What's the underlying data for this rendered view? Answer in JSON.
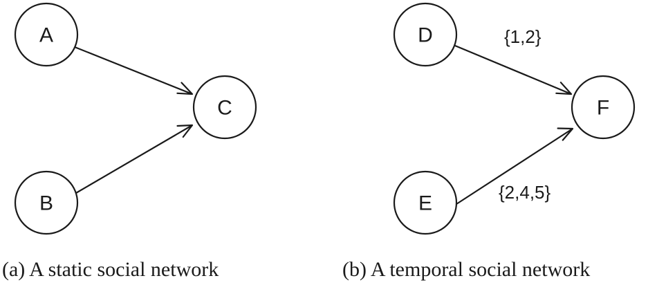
{
  "colors": {
    "stroke": "#1a1a1a",
    "background": "#ffffff"
  },
  "panel_a": {
    "caption": "(a) A static social network",
    "nodes": {
      "a": "A",
      "b": "B",
      "c": "C"
    }
  },
  "panel_b": {
    "caption": "(b) A temporal social network",
    "nodes": {
      "d": "D",
      "e": "E",
      "f": "F"
    },
    "edges": {
      "d_to_f": "{1,2}",
      "e_to_f": "{2,4,5}"
    }
  }
}
